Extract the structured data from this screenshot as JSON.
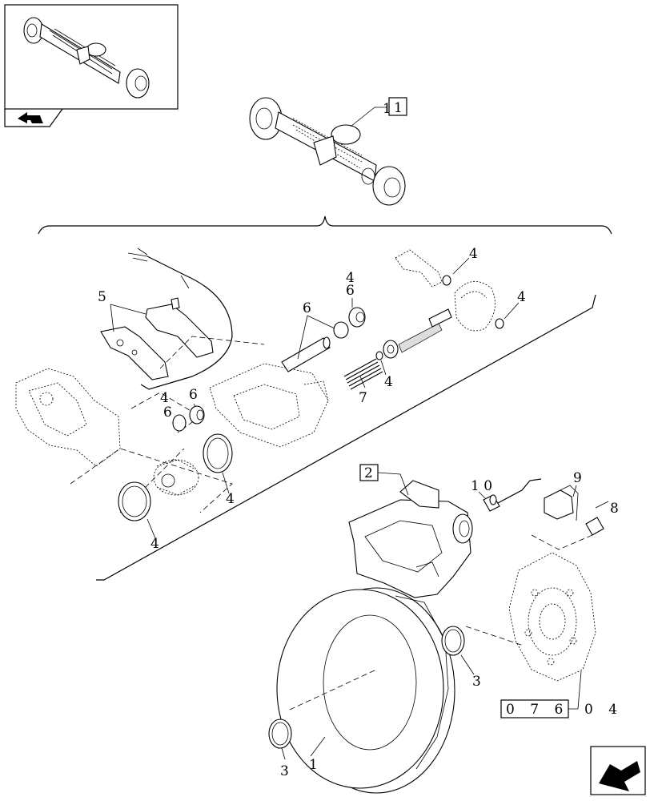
{
  "figure": {
    "reference_box": "1",
    "caliper_box": "2",
    "figure_code": "0 7 6",
    "figure_suffix": "0 4"
  },
  "callouts": {
    "ref1_lead": "1",
    "brake_pads": "5",
    "ring_a": "4",
    "bush_a": "6",
    "seal_ring_top": "4",
    "seal_ring_right": "4",
    "pin_bush": "6",
    "spring": "7",
    "small_ring": "4",
    "bush_b_top": "4",
    "bush_b_label": "6",
    "bush_c": "6",
    "large_seal_left": "4",
    "large_seal_mid": "4",
    "fitting": "1 0",
    "sensor": "9",
    "bleed_screw": "8",
    "snap_ring_right": "3",
    "snap_ring_left": "3",
    "disc": "1"
  },
  "icons": {
    "thumbnail_nav": "arrow-back-icon",
    "next_page": "arrow-next-icon"
  }
}
